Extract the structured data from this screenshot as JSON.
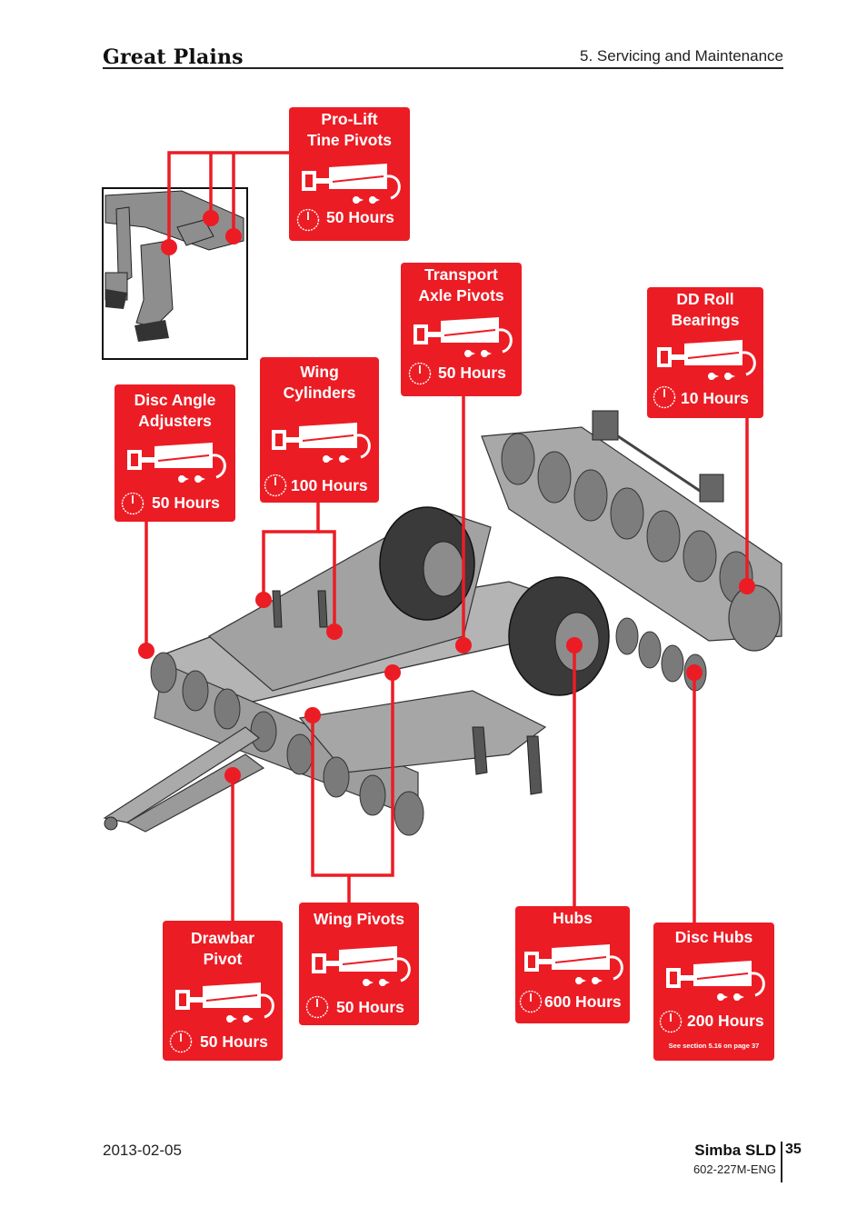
{
  "header": {
    "brand": "Great Plains",
    "section": "5. Servicing and Maintenance"
  },
  "callouts": [
    {
      "id": "pro-lift",
      "title": "Pro-Lift\nTine Pivots",
      "interval": "50 Hours"
    },
    {
      "id": "transport-axle",
      "title": "Transport\nAxle Pivots",
      "interval": "50 Hours"
    },
    {
      "id": "dd-roll",
      "title": "DD Roll\nBearings",
      "interval": "10 Hours"
    },
    {
      "id": "disc-angle",
      "title": "Disc Angle\nAdjusters",
      "interval": "50 Hours"
    },
    {
      "id": "wing-cylinders",
      "title": "Wing\nCylinders",
      "interval": "100 Hours"
    },
    {
      "id": "drawbar",
      "title": "Drawbar\nPivot",
      "interval": "50 Hours"
    },
    {
      "id": "wing-pivots",
      "title": "Wing Pivots",
      "interval": "50 Hours"
    },
    {
      "id": "hubs",
      "title": "Hubs",
      "interval": "600 Hours"
    },
    {
      "id": "disc-hubs",
      "title": "Disc Hubs",
      "interval": "200 Hours",
      "note": "See section 5.16 on page 37"
    }
  ],
  "icons": {
    "grease_gun": "grease-gun-icon",
    "timer": "stopwatch-icon"
  },
  "colors": {
    "callout_red": "#ec1c24",
    "machine_gray": "#9a9a9a"
  },
  "footer": {
    "date": "2013-02-05",
    "model": "Simba SLD",
    "page": "35",
    "part_number": "602-227M-ENG"
  }
}
